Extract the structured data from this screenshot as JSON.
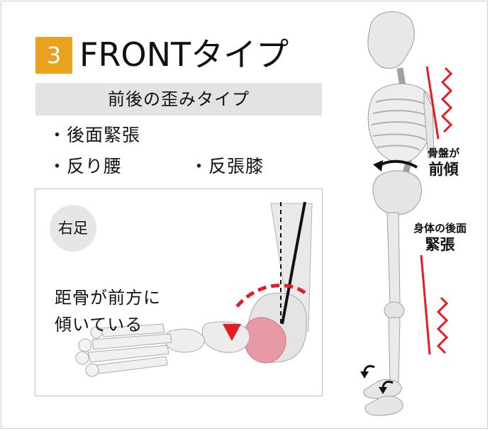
{
  "header": {
    "number": "3",
    "title": "FRONTタイプ",
    "subtitle": "前後の歪みタイプ"
  },
  "symptoms": {
    "item1": "・後面緊張",
    "item2": "・反り腰",
    "item3": "・反張膝"
  },
  "foot_panel": {
    "badge": "右足",
    "line1": "距骨が前方に",
    "line2": "傾いている"
  },
  "skeleton_labels": {
    "pelvis_small": "骨盤が",
    "pelvis_big": "前傾",
    "back_small": "身体の後面",
    "back_big": "緊張"
  },
  "colors": {
    "accent_orange": "#e8a21e",
    "arrow_red": "#e51c23",
    "talus_pink": "#e79aa5",
    "subtitle_bg": "#e3e3e3"
  }
}
